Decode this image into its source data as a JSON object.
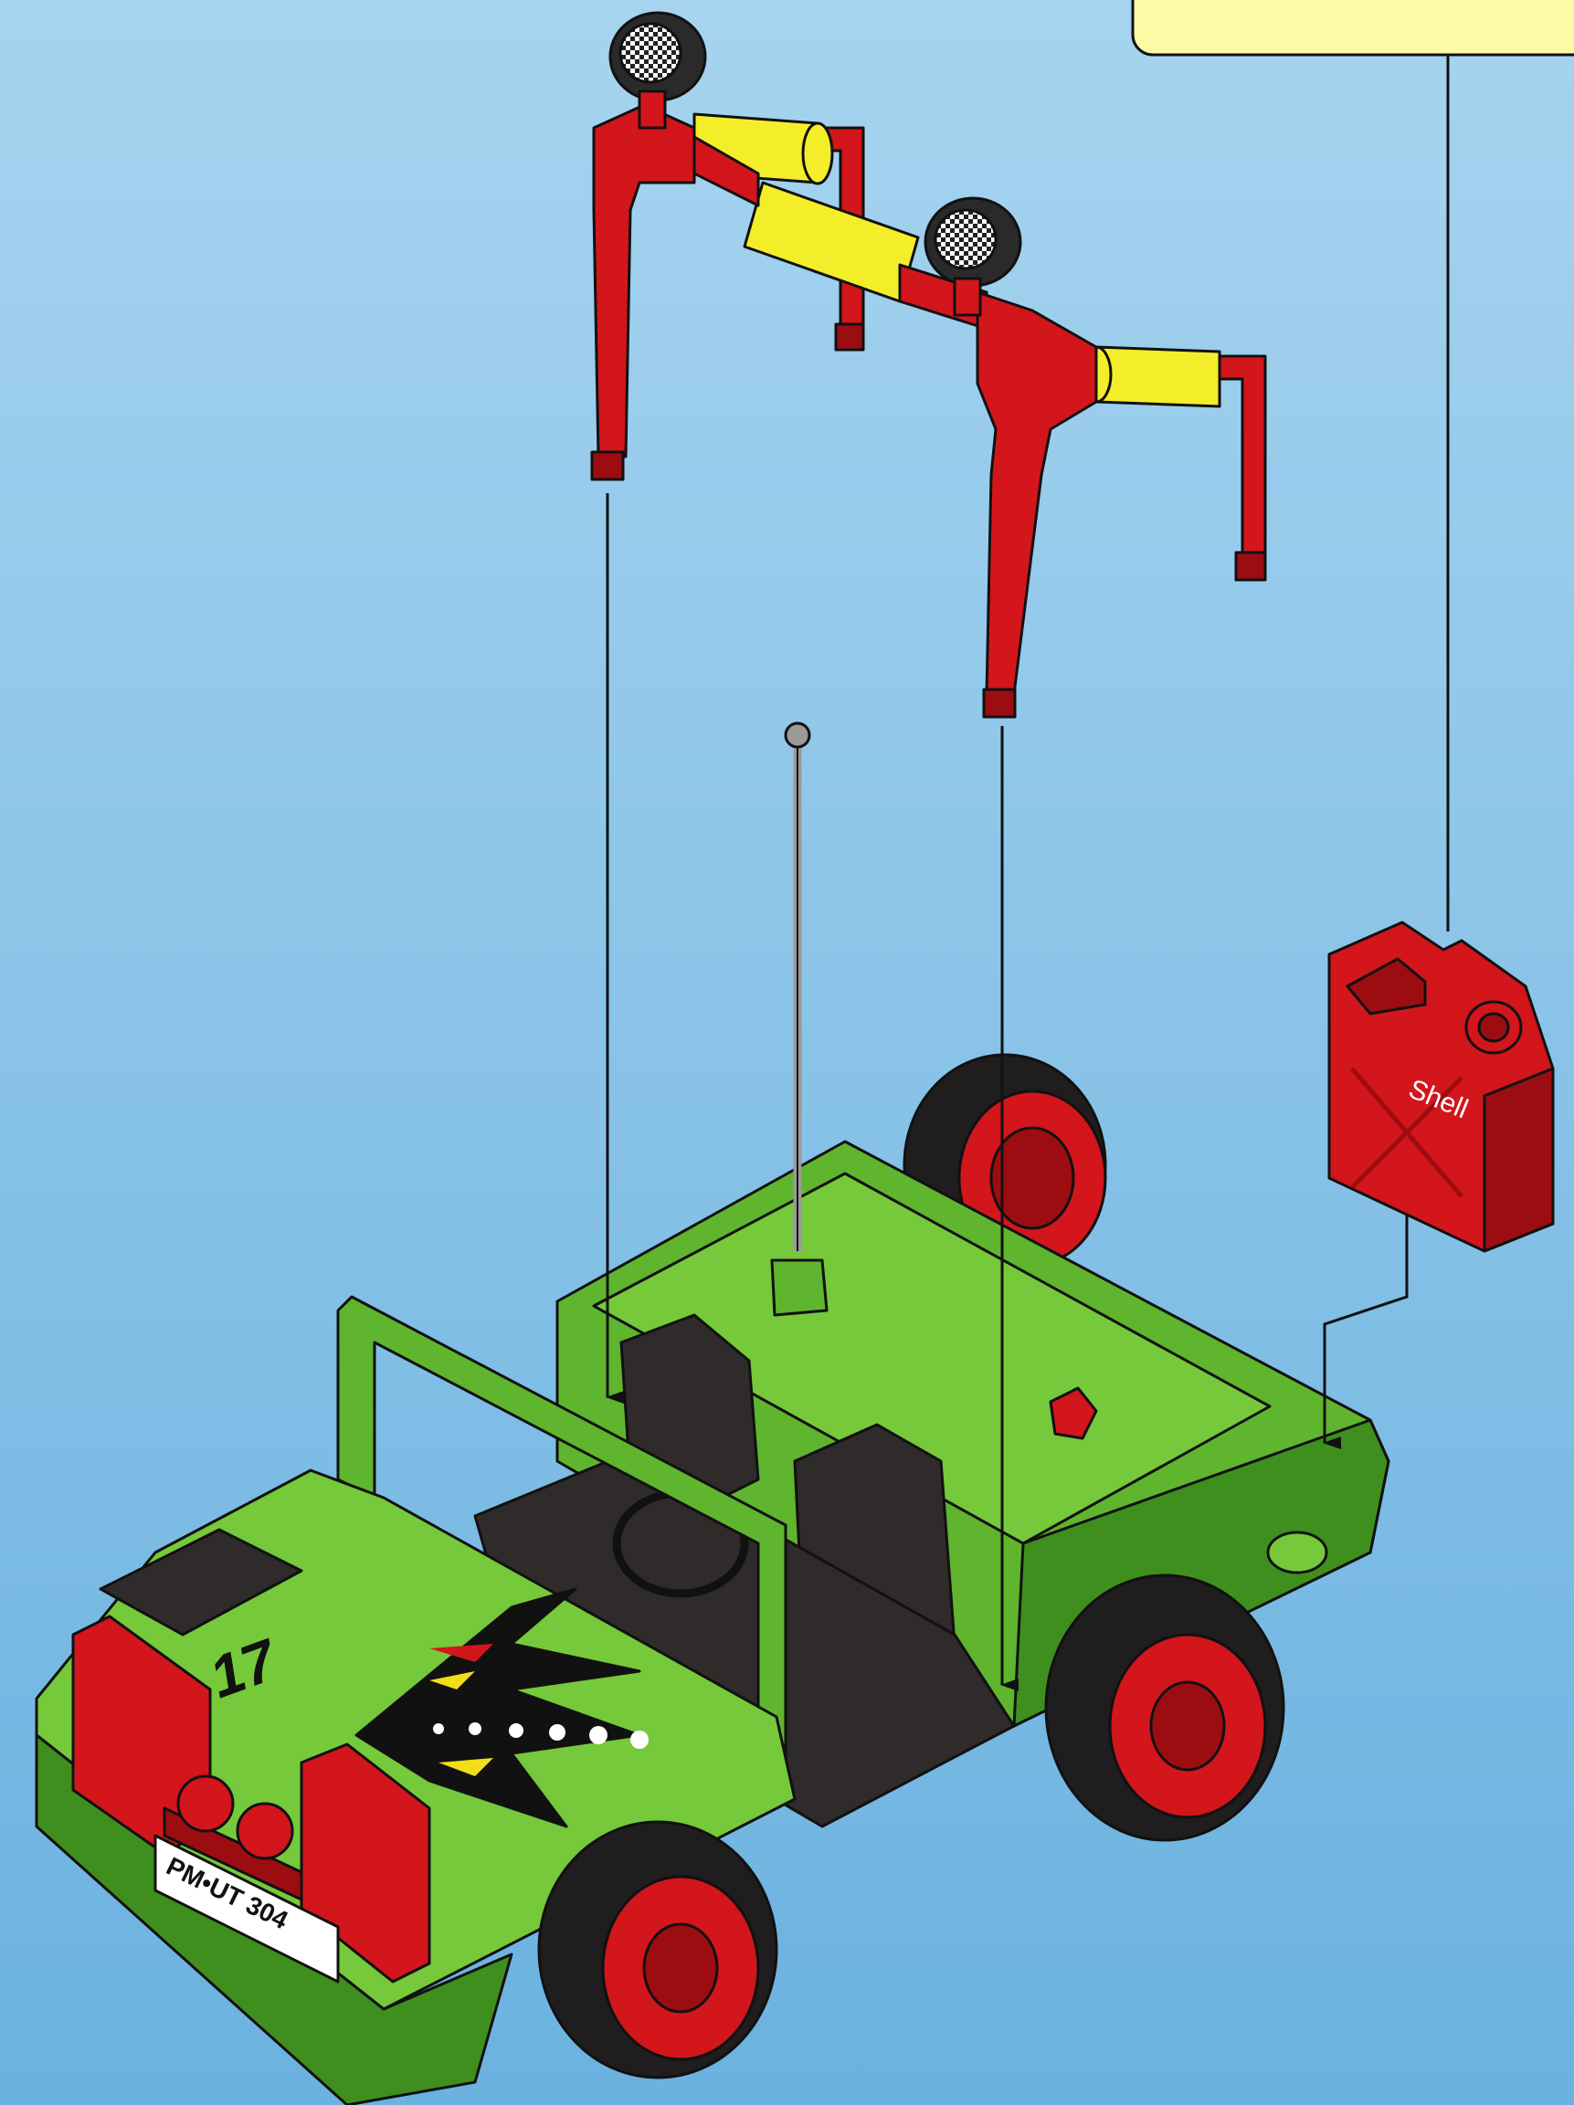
{
  "colors": {
    "background_top": "#a6d4ef",
    "background_bottom": "#6bb2e0",
    "body_green": "#5fb52e",
    "body_green_light": "#76c93a",
    "body_green_dark": "#3f8f1f",
    "roll_bar_red": "#d3151c",
    "roll_bar_red_dark": "#9c0d12",
    "tube_yellow": "#f4ee2a",
    "seat_black": "#2f2b2a",
    "tire_black": "#1f1d1d",
    "wheel_red": "#d3151c",
    "callout_fill": "#fdfaa6",
    "outline": "#111111",
    "antenna_gray": "#9a9a9a",
    "decal_yellow": "#f2dd1a"
  },
  "icons": {
    "roll_bar": "roll-bar-icon",
    "spotlight": "spotlight-icon",
    "antenna": "antenna-icon",
    "jerry_can": "jerry-can-icon",
    "steering_wheel": "steering-wheel-icon",
    "spare_tire": "spare-tire-icon",
    "grille_guard": "grille-guard-icon"
  },
  "vehicle": {
    "hood_number": "17",
    "plate_text": "PM•UT 304",
    "jerry_can_label": "Shell"
  },
  "callout": {
    "text": ""
  },
  "assembly_arrows": [
    "roll-bar-left-post-to-seat",
    "roll-bar-right-post-to-body",
    "jerry-can-to-rear-mount"
  ]
}
